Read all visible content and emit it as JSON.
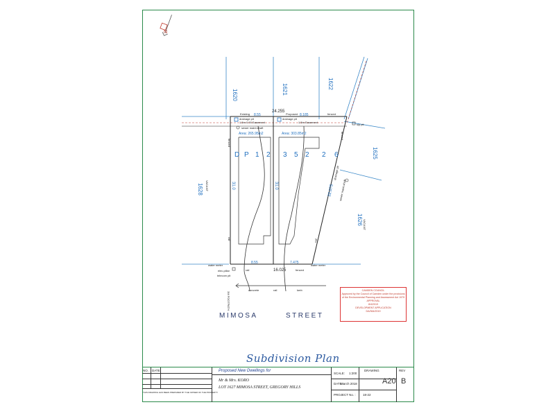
{
  "plan": {
    "title": "Subdivision Plan",
    "streets": {
      "left": "MIMOSA",
      "right": "STREET"
    },
    "lots": {
      "lot_1620": "1620",
      "lot_1621": "1621",
      "lot_1622": "1622",
      "lot_1625": "1625",
      "lot_1626": "1626",
      "lot_1628": "1628"
    },
    "dp_label": [
      "D",
      "P",
      "1",
      "2",
      "3",
      "5",
      "2",
      "2",
      "6"
    ],
    "dimensions": {
      "top_width": "24.255",
      "bottom_width": "16.025",
      "left_depth": "31.0",
      "mid_depth": "31.0",
      "right_depth": "32.075",
      "top_left": "8.55",
      "top_right": "8.185",
      "bottom_left": "8.55",
      "bottom_right": "7.475"
    },
    "areas": {
      "left": "Area: 265.95m2",
      "right": "Area: 303.85m2"
    },
    "annotations": {
      "existing": "Existing",
      "proposed": "Proposed",
      "fenced_top": "fenced",
      "drainage_pit_left": "drainage pit",
      "easement_left": "1.5m 0.90 Easement",
      "sewer_left": "sewer maint.shaft",
      "drainage_pit_right": "drainage pit",
      "easement_right": "1.5m Easement",
      "sip_pit": "sip pit",
      "fenced_left": "fenced",
      "fenced_right": "fenced",
      "vacant_left": "VACANT",
      "vacant_right": "VACANT",
      "drainage_pit_side": "drainage pit",
      "sewer_side": "sewer maint.shaft",
      "rail": "rail",
      "rail_right": "rail",
      "water_meter_left": "water meter",
      "water_meter_right": "water meter",
      "rail_bottom": "rail",
      "fenced_bottom": "fenced",
      "elec_pillar": "elec.pillar",
      "telecom_pit": "telecom pit",
      "concrete": "concrete",
      "rail_footpath": "rail",
      "kerb": "kerb",
      "footpath_note": "3M FOOTPATH"
    },
    "compass": "N"
  },
  "stamp": {
    "line1": "CAMDEN COUNCIL",
    "line2": "Approved by the Council of Camden under the provisions",
    "line3": "of the Environmental Planning and Assessment Act 1979",
    "line4": "APPROVAL",
    "line5": "8/4/2019",
    "line6": "DEVELOPMENT APPLICATION",
    "line7": "DA/364/2019"
  },
  "title_block": {
    "project_title": "Proposed New Dwellings  for",
    "client": "Mr & Mrs. KORO",
    "address": "LOT 1627 MIMOSA STREET, GREGORY HILLS",
    "scale_label": "SCALE:",
    "scale_value": "1:200",
    "date_label": "DATE:",
    "date_value": "March 2018",
    "project_label": "PROJECT No. :",
    "project_value": "18-22",
    "drawing_label": "DRAWING",
    "drawing_value": "A20",
    "rev_label": "REV",
    "rev_value": "B",
    "no_label": "NO.",
    "date_col": "DATE",
    "note": "THIS DRAWING HAS BEEN PREPARED BY THE OWNER OF THE PROPERTY"
  }
}
